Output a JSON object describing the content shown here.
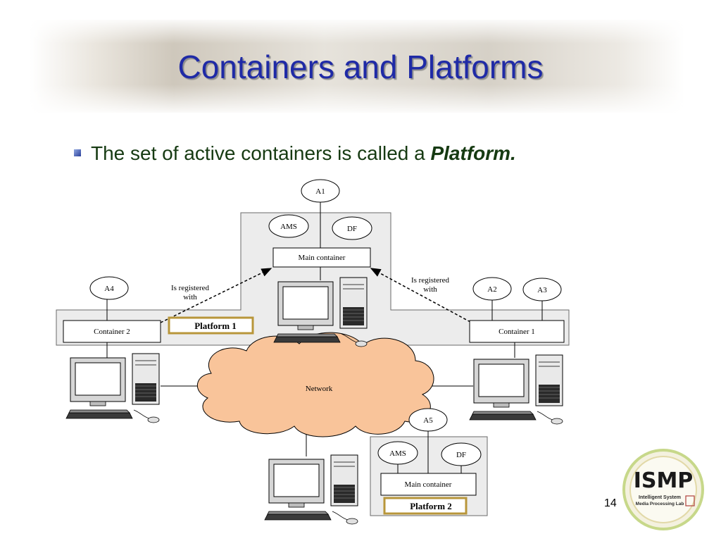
{
  "slide": {
    "title": "Containers and Platforms",
    "bullet_text": "The set of active containers is called a ",
    "bullet_emphasis": "Platform.",
    "page_number": "14"
  },
  "diagram": {
    "agents": {
      "a1": "A1",
      "a2": "A2",
      "a3": "A3",
      "a4": "A4",
      "a5": "A5"
    },
    "services": {
      "ams_top": "AMS",
      "df_top": "DF",
      "ams_bottom": "AMS",
      "df_bottom": "DF"
    },
    "containers": {
      "main_top": "Main container",
      "container_1": "Container 1",
      "container_2": "Container 2",
      "main_bottom": "Main container"
    },
    "platforms": {
      "platform_1": "Platform 1",
      "platform_2": "Platform 2"
    },
    "network": "Network",
    "registration": {
      "left_line1": "Is registered",
      "left_line2": "with",
      "right_line1": "Is registered",
      "right_line2": "with"
    }
  },
  "logo": {
    "text_main": "ISMP",
    "line1": "Intelligent System",
    "line2": "Media Processing Lab"
  },
  "colors": {
    "title": "#1f2aa6",
    "bullet_text": "#163a12",
    "platform_fill": "#ececec",
    "network_fill": "#f9c49a",
    "platform_label_border": "#b8963a"
  }
}
